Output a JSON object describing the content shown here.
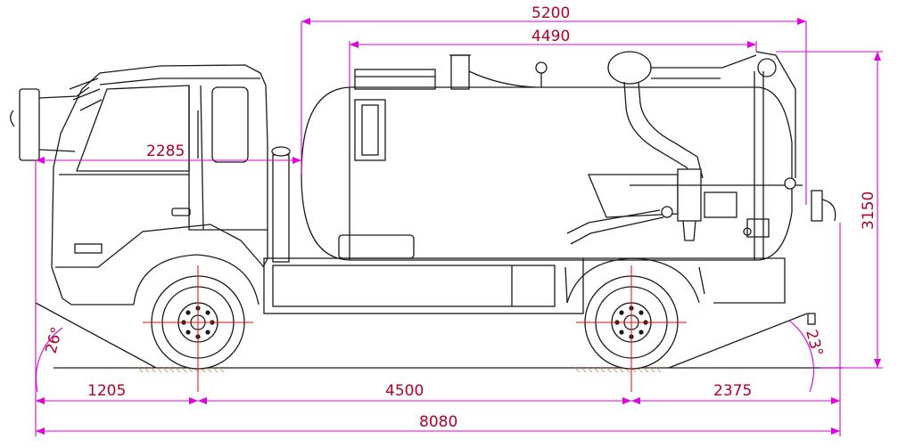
{
  "dimensions": {
    "tank_total_length": "5200",
    "tank_body_length": "4490",
    "front_overhang_cab": "2285",
    "overall_height": "3150",
    "front_overhang": "1205",
    "wheelbase": "4500",
    "rear_overhang": "2375",
    "overall_length": "8080",
    "approach_angle": "26°",
    "departure_angle": "23°"
  },
  "colors": {
    "dimension_text": "#b4002a",
    "dimension_line": "#e000e0",
    "center_line": "#ff0000",
    "outline": "#1a1a1a",
    "ground": "#c8a070"
  }
}
